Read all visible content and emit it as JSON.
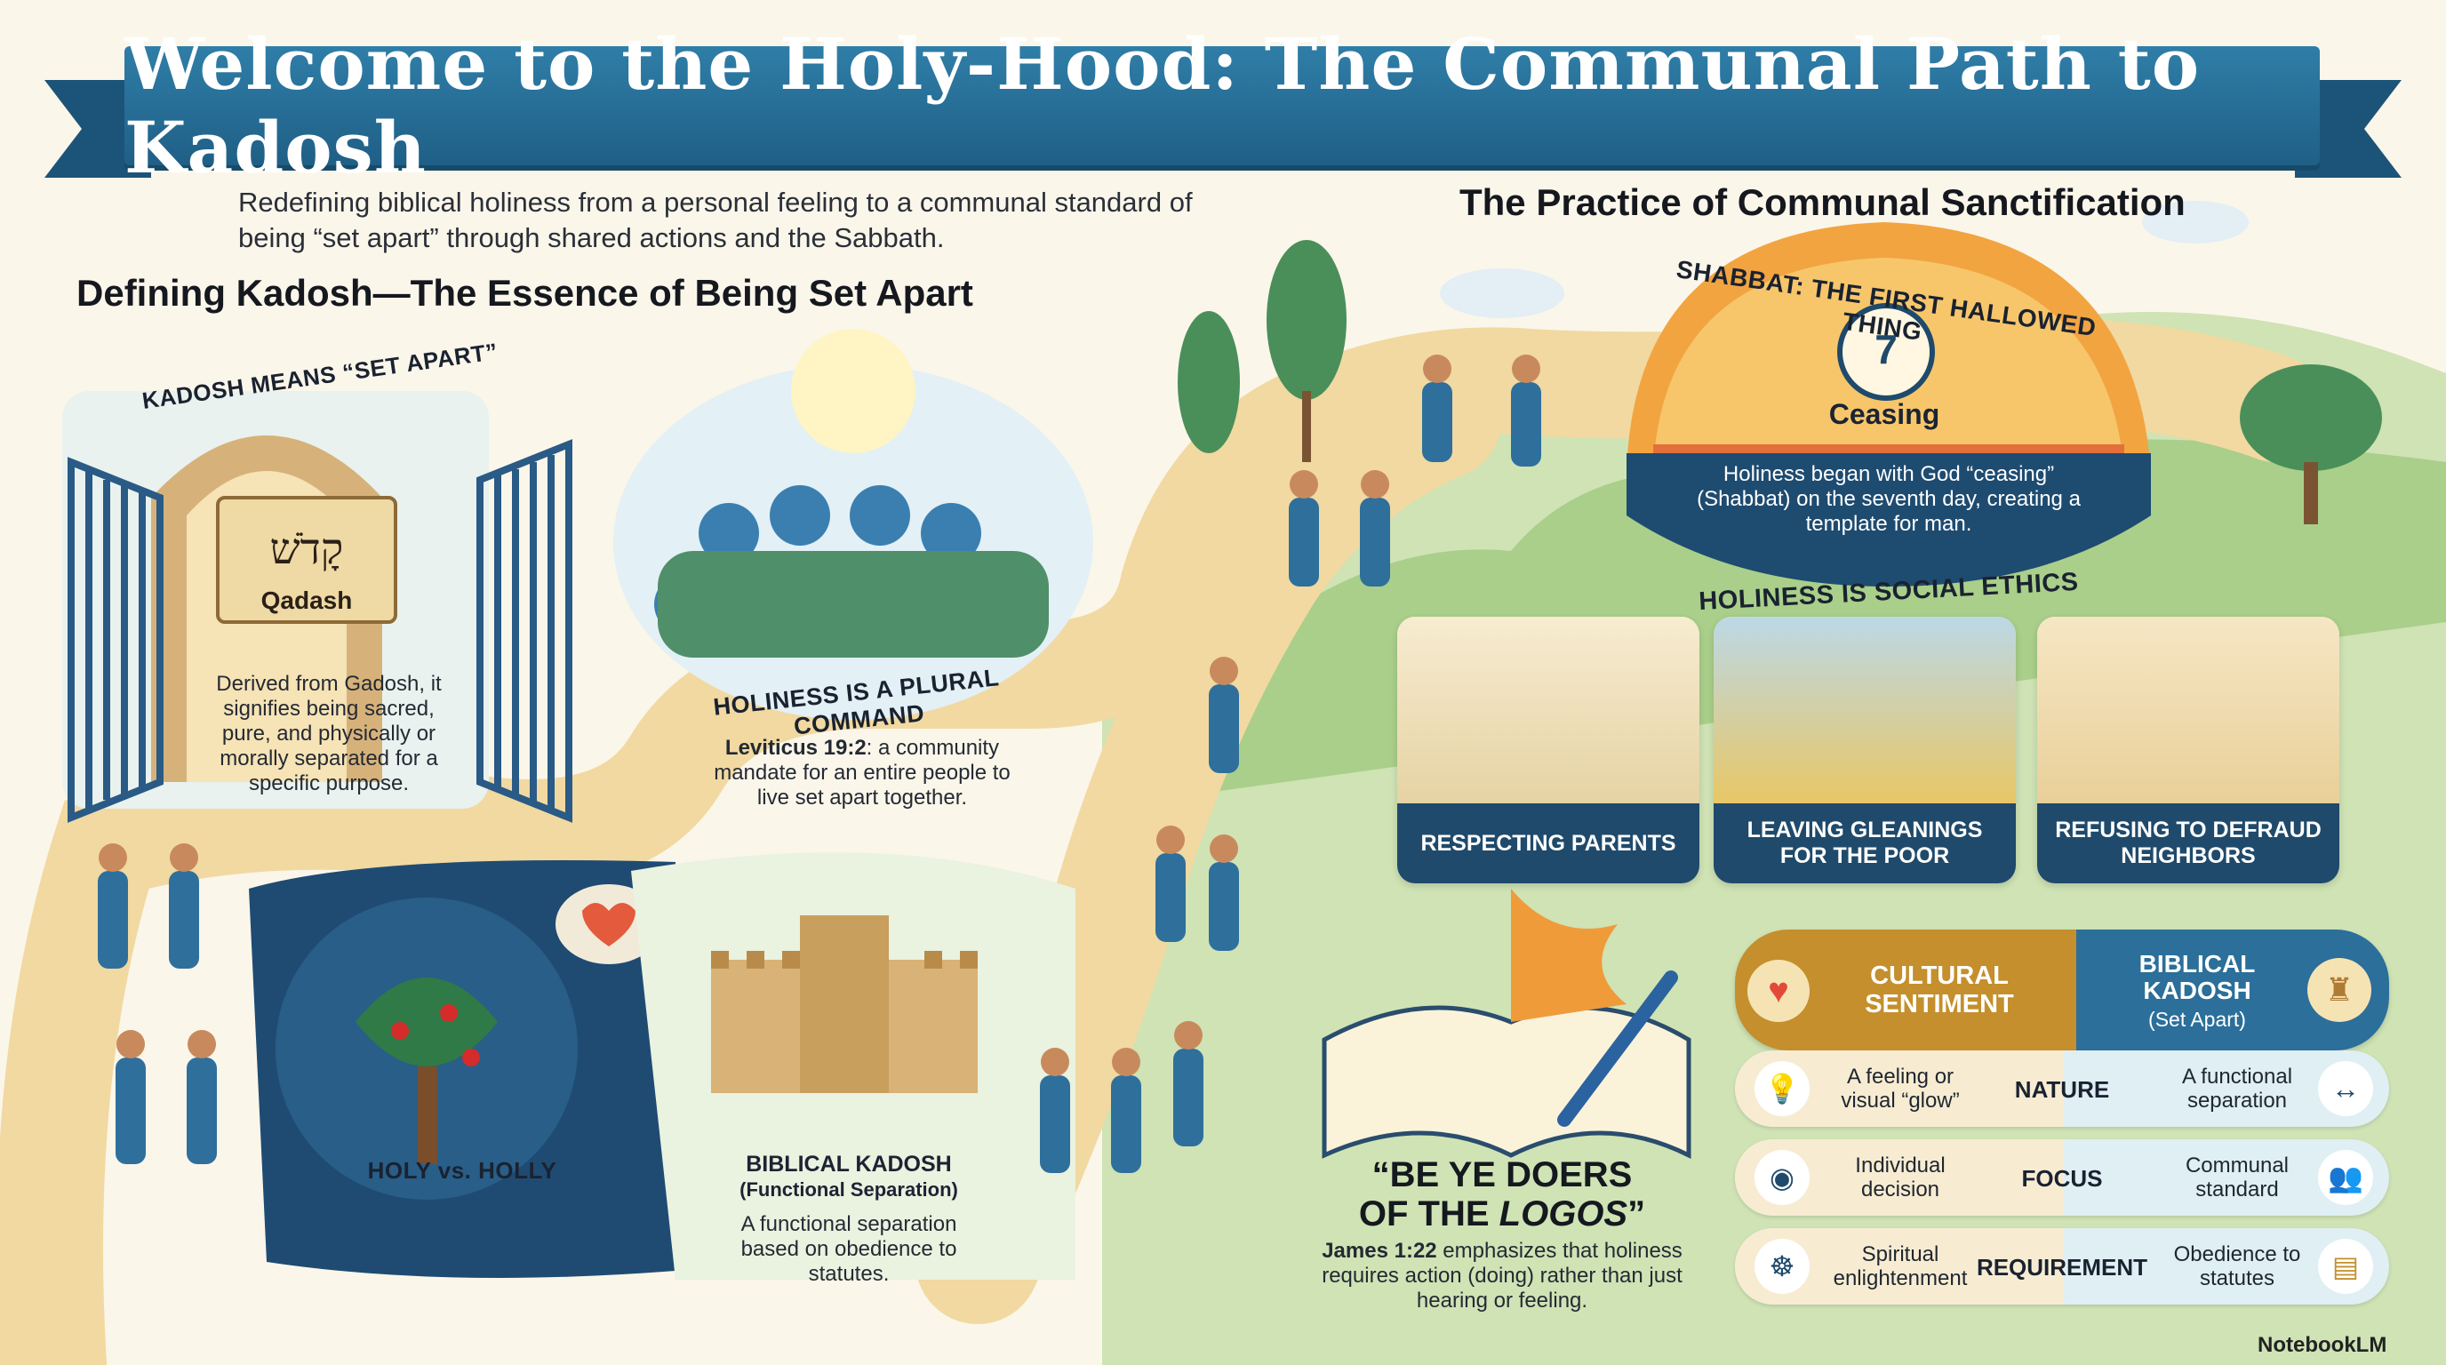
{
  "title": "Welcome to the Holy-Hood: The Communal Path to Kadosh",
  "subtitle": "Redefining biblical holiness from a personal feeling to a communal standard of being “set apart” through shared actions and the Sabbath.",
  "left_section": {
    "heading": "Defining Kadosh—The Essence of Being Set Apart",
    "gate": {
      "arch_text": "KADOSH MEANS “SET APART”",
      "hebrew": "קָדֹשׁ",
      "scroll_label": "Qadash",
      "description": "Derived from Gadosh, it signifies being sacred, pure, and physically or morally separated for a specific purpose."
    },
    "plural": {
      "title": "HOLINESS IS A PLURAL COMMAND",
      "reference": "Leviticus 19:2",
      "description": ": a community mandate for an entire people to live set apart together."
    },
    "holly": {
      "label": "HOLY vs. HOLLY"
    },
    "fortress": {
      "title": "BIBLICAL KADOSH",
      "subtitle": "(Functional Separation)",
      "description": "A functional separation based on obedience to statutes."
    }
  },
  "right_section": {
    "heading": "The Practice of Communal Sanctification",
    "shabbat": {
      "arch_text": "SHABBAT: THE FIRST HALLOWED THING",
      "number": "7",
      "word": "Ceasing",
      "description": "Holiness began with God “ceasing” (Shabbat) on the seventh day, creating a template for man."
    },
    "social_ethics": {
      "title": "HOLINESS IS SOCIAL ETHICS",
      "cards": [
        {
          "label": "RESPECTING PARENTS"
        },
        {
          "label": "LEAVING GLEANINGS FOR THE POOR"
        },
        {
          "label": "REFUSING TO DEFRAUD NEIGHBORS"
        }
      ]
    },
    "doers": {
      "title_line1": "“BE YE DOERS",
      "title_line2_prefix": "OF THE ",
      "title_line2_em": "LOGOS",
      "title_line2_suffix": "”",
      "reference": "James 1:22",
      "description": " emphasizes that holiness requires action (doing) rather than just hearing or feeling."
    },
    "comparison": {
      "left_header": "CULTURAL SENTIMENT",
      "right_header": "BIBLICAL KADOSH",
      "right_sub": "(Set Apart)",
      "rows": [
        {
          "left": "A feeling or visual “glow”",
          "criterion": "NATURE",
          "right": "A functional separation",
          "left_icon": "lightbulb-icon",
          "right_icon": "separation-arrows-icon"
        },
        {
          "left": "Individual decision",
          "criterion": "FOCUS",
          "right": "Communal standard",
          "left_icon": "eye-icon",
          "right_icon": "people-icon"
        },
        {
          "left": "Spiritual enlightenment",
          "criterion": "REQUIREMENT",
          "right": "Obedience to statutes",
          "left_icon": "meditation-icon",
          "right_icon": "document-icon"
        }
      ]
    }
  },
  "branding": "NotebookLM",
  "colors": {
    "banner": "#2a6f98",
    "navy": "#1f4a6b",
    "gold": "#c9962e",
    "path": "#f3dfae",
    "green": "#7fb86a"
  }
}
